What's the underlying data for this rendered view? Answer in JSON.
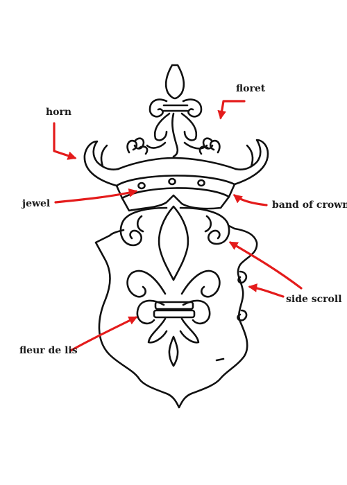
{
  "labels": {
    "horn": "horn",
    "floret": "floret",
    "jewel": "jewel",
    "band_of_crown": "band of crown",
    "side_scroll": "side scroll",
    "fleur_de_lis": "fleur de lis"
  },
  "colors": {
    "arrow": "#e41b1b",
    "ink": "#111111",
    "background": "#ffffff"
  }
}
